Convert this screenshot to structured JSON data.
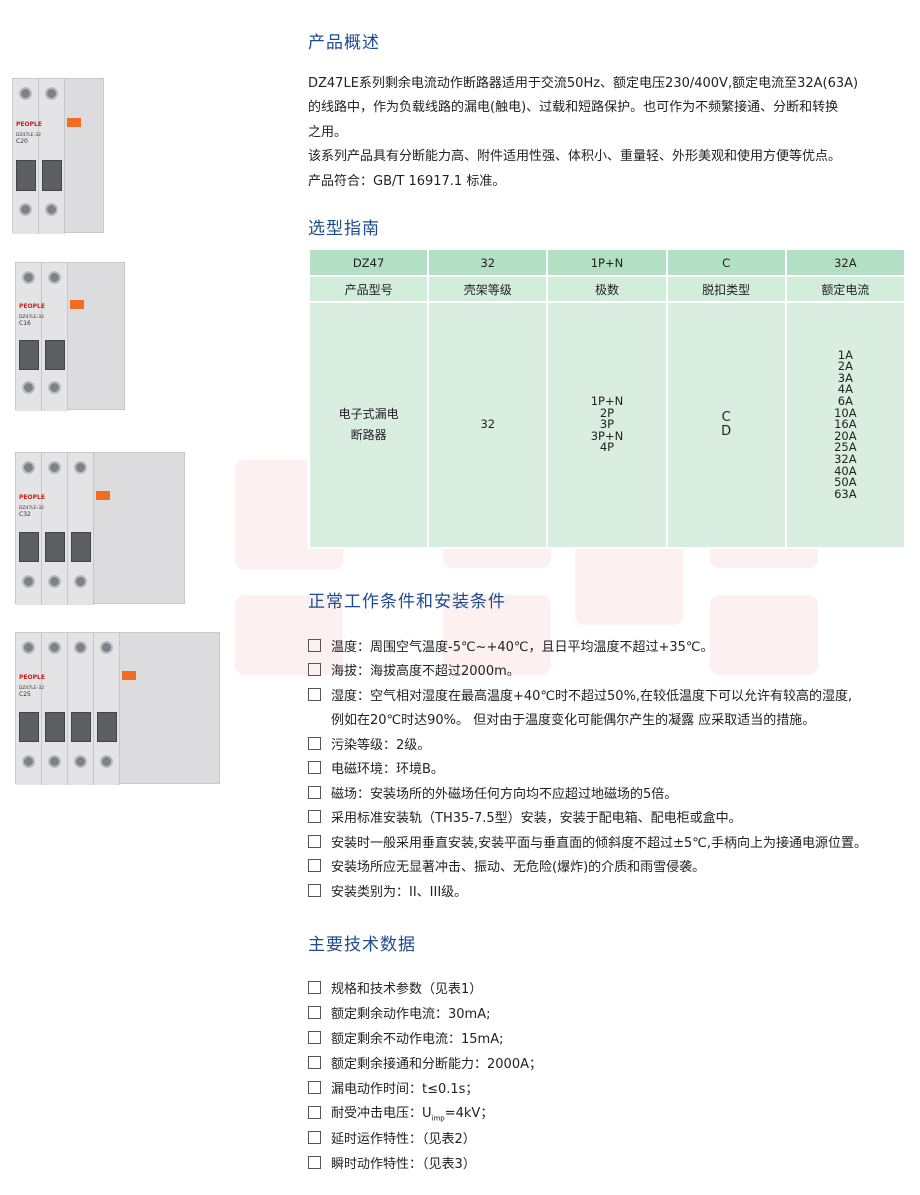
{
  "products": [
    {
      "brand": "PEOPLE",
      "model": "DZ47LE-32",
      "rating": "C20",
      "poles": 2
    },
    {
      "brand": "PEOPLE",
      "model": "DZ47LE-32",
      "rating": "C16",
      "poles": 2
    },
    {
      "brand": "PEOPLE",
      "model": "DZ47LE-32",
      "rating": "C32",
      "poles": 3
    },
    {
      "brand": "PEOPLE",
      "model": "DZ47LE-32",
      "rating": "C25",
      "poles": 4
    }
  ],
  "overview": {
    "title": "产品概述",
    "lines": [
      "DZ47LE系列剩余电流动作断路器适用于交流50Hz、额定电压230/400V,额定电流至32A(63A)",
      "的线路中，作为负载线路的漏电(触电)、过载和短路保护。也可作为不频繁接通、分断和转换",
      "之用。",
      "该系列产品具有分断能力高、附件适用性强、体积小、重量轻、外形美观和使用方便等优点。",
      "产品符合：GB/T 16917.1 标准。"
    ]
  },
  "selection": {
    "title": "选型指南",
    "example": [
      "DZ47",
      "32",
      "1P+N",
      "C",
      "32A"
    ],
    "headers": [
      "产品型号",
      "壳架等级",
      "极数",
      "脱扣类型",
      "额定电流"
    ],
    "body": {
      "type": [
        "电子式漏电",
        "断路器"
      ],
      "frame": "32",
      "poles": [
        "1P+N",
        "2P",
        "3P",
        "3P+N",
        "4P"
      ],
      "trip": [
        "C",
        "D"
      ],
      "current": [
        "1A",
        "2A",
        "3A",
        "4A",
        "6A",
        "10A",
        "16A",
        "20A",
        "25A",
        "32A",
        "40A",
        "50A",
        "63A"
      ]
    }
  },
  "conditions": {
    "title": "正常工作条件和安装条件",
    "items": [
      "温度：周围空气温度-5℃~+40℃，且日平均温度不超过+35℃。",
      "海拔：海拔高度不超过2000m。",
      "湿度：空气相对湿度在最高温度+40℃时不超过50%,在较低温度下可以允许有较高的湿度,",
      "污染等级：2级。",
      "电磁环境：环境B。",
      "磁场：安装场所的外磁场任何方向均不应超过地磁场的5倍。",
      "采用标准安装轨（TH35-7.5型）安装，安装于配电箱、配电柜或盒中。",
      "安装时一般采用垂直安装,安装平面与垂直面的倾斜度不超过±5℃,手柄向上为接通电源位置。",
      "安装场所应无显著冲击、振动、无危险(爆炸)的介质和雨雪侵袭。",
      "安装类别为：II、III级。"
    ],
    "humidity_cont": "例如在20℃时达90%。 但对由于温度变化可能偶尔产生的凝露 应采取适当的措施。"
  },
  "tech": {
    "title": "主要技术数据",
    "items": [
      "规格和技术参数（见表1）",
      "额定剩余动作电流：30mA;",
      "额定剩余不动作电流：15mA;",
      "额定剩余接通和分断能力：2000A；",
      "漏电动作时间：t≤0.1s；"
    ],
    "uimp": {
      "prefix": "耐受冲击电压：U",
      "sub": "imp",
      "suffix": "=4kV；"
    },
    "items2": [
      "延时运作特性：（见表2）",
      "瞬时动作特性：（见表3）"
    ]
  }
}
